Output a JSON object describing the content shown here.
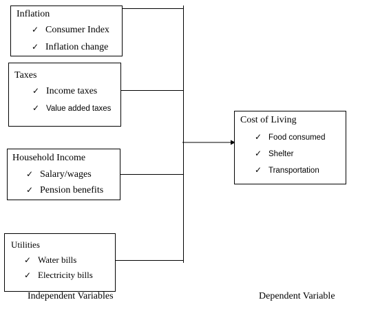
{
  "independent": {
    "inflation": {
      "title": "Inflation",
      "items": [
        "Consumer Index",
        "Inflation change"
      ]
    },
    "taxes": {
      "title": "Taxes",
      "items": [
        "Income taxes",
        "Value added taxes"
      ]
    },
    "household": {
      "title": "Household Income",
      "items": [
        "Salary/wages",
        "Pension benefits"
      ]
    },
    "utilities": {
      "title": "Utilities",
      "items": [
        "Water bills",
        "Electricity bills"
      ]
    }
  },
  "dependent": {
    "title": "Cost of Living",
    "items": [
      "Food consumed",
      "Shelter",
      "Transportation"
    ]
  },
  "check_glyph": "✓",
  "captions": {
    "independent": "Independent Variables",
    "dependent": "Dependent Variable"
  }
}
